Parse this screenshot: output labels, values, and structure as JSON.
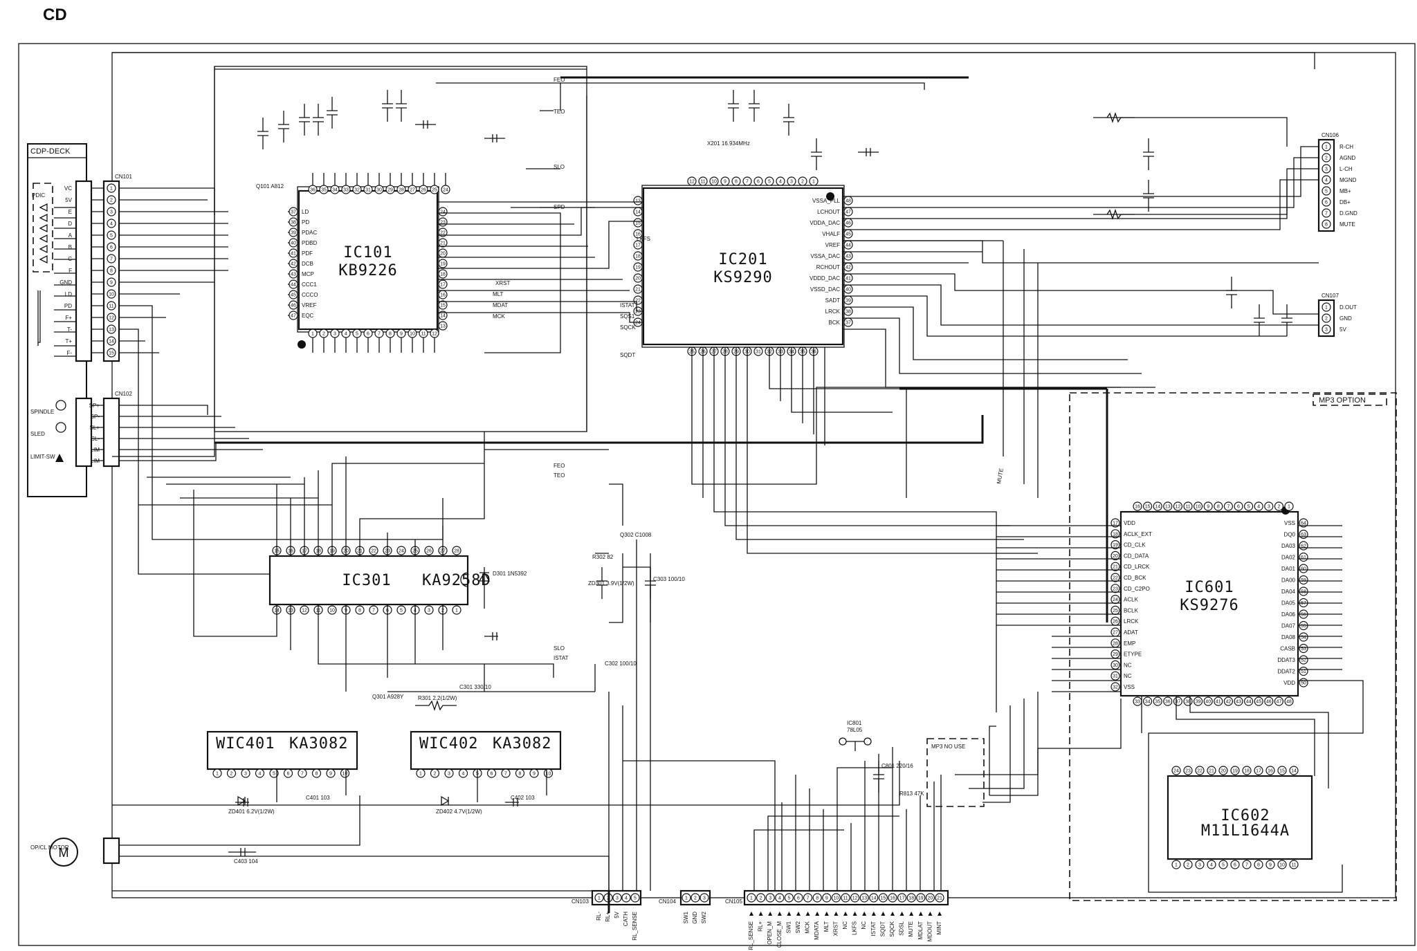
{
  "page": {
    "title": "CD"
  },
  "blocks": {
    "cdp_deck": "CDP-DECK",
    "mp3_option": "MP3 OPTION",
    "mp3_no_use": "MP3 NO USE"
  },
  "ics": [
    {
      "ref": "IC101",
      "part": "KB9226"
    },
    {
      "ref": "IC201",
      "part": "KS9290"
    },
    {
      "ref": "IC301",
      "part": "KA9258D"
    },
    {
      "ref": "IC601",
      "part": "KS9276"
    },
    {
      "ref": "IC602",
      "part": "M11L1644A"
    },
    {
      "ref": "WIC401",
      "part": "KA3082"
    },
    {
      "ref": "WIC402",
      "part": "KA3082"
    },
    {
      "ref": "IC801",
      "part": "78L05"
    }
  ],
  "connectors": {
    "cn101": {
      "ref": "CN101",
      "pins": [
        "VC",
        "5V",
        "E",
        "D",
        "A",
        "B",
        "C",
        "F",
        "GND",
        "LD",
        "PD",
        "F+",
        "T-",
        "T+",
        "F-"
      ]
    },
    "cn102": {
      "ref": "CN102",
      "pins": [
        "SP+",
        "SP-",
        "SL+",
        "SL-",
        "LIM",
        "LIM"
      ]
    },
    "cn103": {
      "ref": "CN103",
      "pins": [
        "RL-",
        "RL+",
        "5V",
        "CATH",
        "RL_SENSE"
      ]
    },
    "cn104": {
      "ref": "CN104",
      "pins": [
        "SW1",
        "GND",
        "SW2"
      ]
    },
    "cn105": {
      "ref": "CN105",
      "pins": [
        "RL_SENSE",
        "RL+",
        "OPEN_M",
        "CLOSE_M",
        "SW1",
        "SW2",
        "MCK",
        "MDATA",
        "MLT",
        "XRST",
        "NC",
        "LKFS",
        "NC",
        "ISTAT",
        "SQDT",
        "SQCK",
        "SDSL",
        "MUTE",
        "MDLAT",
        "MDOUT",
        "MINT"
      ]
    },
    "cn106": {
      "ref": "CN106",
      "pins": [
        "R-CH",
        "AGND",
        "L-CH",
        "MGND",
        "MB+",
        "DB+",
        "D.GND",
        "MUTE"
      ]
    },
    "cn107": {
      "ref": "CN107",
      "pins": [
        "D.OUT",
        "GND",
        "5V"
      ]
    }
  },
  "side_labels": {
    "spindle": "SPINDLE",
    "sled": "SLED",
    "limit_sw": "LIMIT-SW",
    "motor": "OP/CL MOTOR",
    "pdic": "PDIC"
  },
  "ic101_pins_left": [
    "LD",
    "PD",
    "PDAC",
    "PDBD",
    "PDF",
    "DCB",
    "MCP",
    "CCC1",
    "CCCO",
    "VREF",
    "EQC"
  ],
  "ic201_pins_right": [
    "VSSA_PLL",
    "LCHOUT",
    "VDDA_DAC",
    "VHALF",
    "VREF",
    "VSSA_DAC",
    "RCHOUT",
    "VDDD_DAC",
    "VSSD_DAC",
    "SADT",
    "LRCK",
    "BCK"
  ],
  "ic601_pins_left": [
    "VDD",
    "ACLK_EXT",
    "CD_CLK",
    "CD_DATA",
    "CD_LRCK",
    "CD_BCK",
    "CD_C2PO",
    "ACLK",
    "BCLK",
    "LRCK",
    "ADAT",
    "EMP",
    "ETYPE",
    "NC",
    "NC",
    "VSS"
  ],
  "ic601_pins_right": [
    "VSS",
    "DQ0",
    "DA03",
    "DA02",
    "DA01",
    "DA00",
    "DA04",
    "DA05",
    "DA06",
    "DA07",
    "DA08",
    "CASB",
    "DDAT3",
    "DDAT2",
    "VDD"
  ],
  "signal_labels": [
    "FEO",
    "TEO",
    "SLO",
    "SPD",
    "FEO",
    "TEO",
    "SLO",
    "ISTAT",
    "MUTE",
    "LKFS",
    "XRST",
    "MLT",
    "MDAT",
    "MCK",
    "ISTAT",
    "SQS1",
    "SQCK",
    "SQDT"
  ],
  "components": {
    "q101": "Q101 A812",
    "q301": "Q301 A928Y",
    "q302": "Q302 C1008",
    "d301": "D301 1N5392",
    "zd301": "ZD301 3.9V(1/2W)",
    "zd401": "ZD401 6.2V(1/2W)",
    "zd402": "ZD402 4.7V(1/2W)",
    "x201": "X201 16.934MHz",
    "c302": "C302 100/10",
    "c303": "C303 100/10",
    "c301": "C301 330/10",
    "c401": "C401 103",
    "c402": "C402 103",
    "c403": "C403 104",
    "c801": "C801 220/16",
    "r301": "R301 2.2(1/2W)",
    "r302": "R302 82",
    "r813": "R813 47K"
  },
  "colors": {
    "ink": "#111111",
    "paper": "#ffffff"
  }
}
